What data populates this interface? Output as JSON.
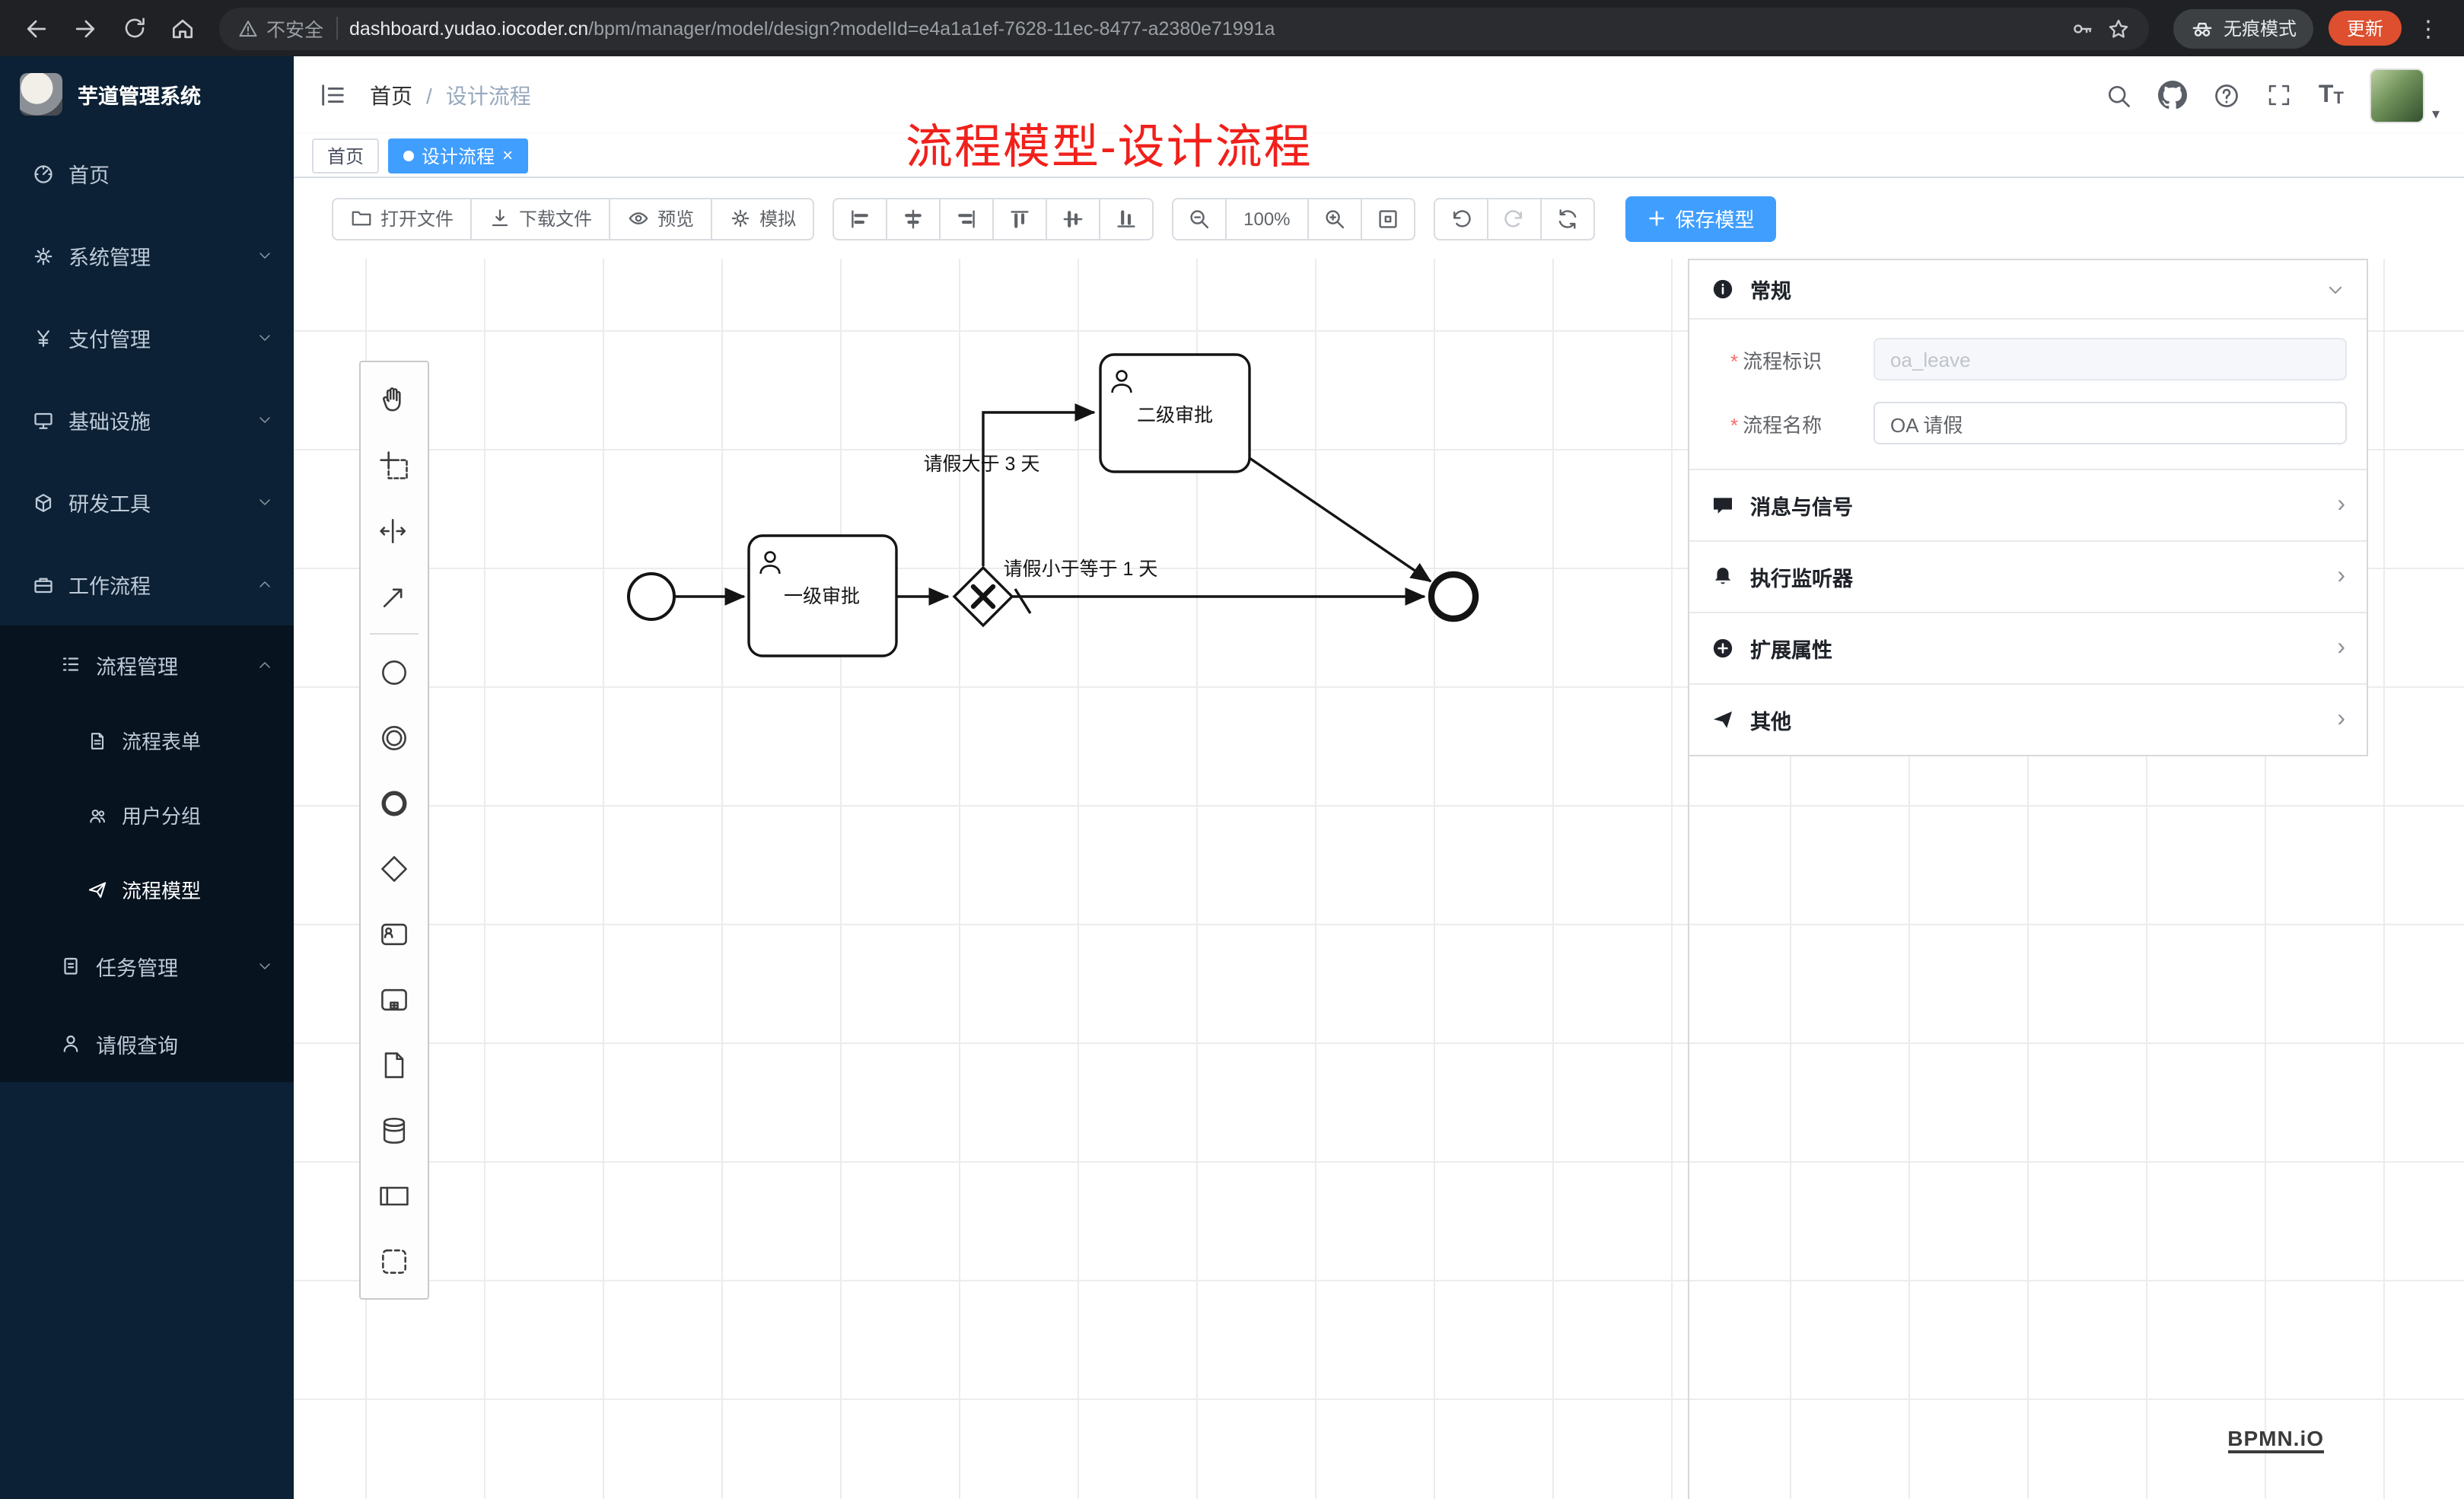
{
  "browser": {
    "security_label": "不安全",
    "url_host": "dashboard.yudao.iocoder.cn",
    "url_path": "/bpm/manager/model/design?modelId=e4a1a1ef-7628-11ec-8477-a2380e71991a",
    "incognito_label": "无痕模式",
    "update_label": "更新"
  },
  "sidebar": {
    "app_title": "芋道管理系统",
    "items": [
      {
        "label": "首页",
        "icon": "dashboard-icon"
      },
      {
        "label": "系统管理",
        "icon": "gear-icon",
        "expand": "collapsed"
      },
      {
        "label": "支付管理",
        "icon": "yen-icon",
        "expand": "collapsed"
      },
      {
        "label": "基础设施",
        "icon": "monitor-icon",
        "expand": "collapsed"
      },
      {
        "label": "研发工具",
        "icon": "cube-icon",
        "expand": "collapsed"
      },
      {
        "label": "工作流程",
        "icon": "briefcase-icon",
        "expand": "expanded"
      },
      {
        "label": "流程管理",
        "icon": "list-icon",
        "expand": "expanded"
      },
      {
        "label": "流程表单",
        "icon": "document-icon"
      },
      {
        "label": "用户分组",
        "icon": "users-icon"
      },
      {
        "label": "流程模型",
        "icon": "paper-plane-icon"
      },
      {
        "label": "任务管理",
        "icon": "clipboard-icon",
        "expand": "collapsed"
      },
      {
        "label": "请假查询",
        "icon": "user-icon"
      }
    ]
  },
  "header": {
    "breadcrumb_home": "首页",
    "breadcrumb_separator": "/",
    "breadcrumb_current": "设计流程",
    "overlay_title": "流程模型-设计流程"
  },
  "tabs": {
    "home_tab": "首页",
    "active_tab": "设计流程"
  },
  "toolbar": {
    "open_file": "打开文件",
    "download_file": "下载文件",
    "preview": "预览",
    "simulate": "模拟",
    "zoom_level": "100%",
    "save_model": "保存模型"
  },
  "diagram": {
    "task_level1": "一级审批",
    "task_level2": "二级审批",
    "flow_label_gt3": "请假大于 3 天",
    "flow_label_le1": "请假小于等于 1 天"
  },
  "properties": {
    "general_title": "常规",
    "required_mark": "*",
    "process_key_label": "流程标识",
    "process_key_value": "oa_leave",
    "process_name_label": "流程名称",
    "process_name_value": "OA 请假",
    "sections": [
      {
        "title": "消息与信号"
      },
      {
        "title": "执行监听器"
      },
      {
        "title": "扩展属性"
      },
      {
        "title": "其他"
      }
    ]
  },
  "watermark": "BPMN.iO",
  "colors": {
    "accent": "#409eff",
    "sidebar_bg": "#0c2135",
    "title_red": "#f1201b",
    "update_button": "#dd4f2e",
    "tab_active": "#409eff"
  },
  "icons": {
    "close_glyph": "×",
    "plus_glyph": "+",
    "caret_glyph": "▾",
    "menu_dots_glyph": "⋮",
    "chevron_right_glyph": "›",
    "text_size_big": "T",
    "text_size_small": "T",
    "named": [
      "back-icon",
      "forward-icon",
      "reload-icon",
      "home-icon",
      "warning-icon",
      "key-icon",
      "star-icon",
      "incognito-icon",
      "menu-fold-icon",
      "search-icon",
      "github-icon",
      "question-icon",
      "fullscreen-icon",
      "font-size-icon",
      "folder-icon",
      "download-icon",
      "eye-icon",
      "gear-icon",
      "align-left-icon",
      "align-center-icon",
      "align-right-icon",
      "align-top-icon",
      "align-middle-icon",
      "align-bottom-icon",
      "zoom-out-icon",
      "zoom-in-icon",
      "zoom-fit-icon",
      "undo-icon",
      "redo-icon",
      "refresh-icon",
      "hand-tool-icon",
      "lasso-tool-icon",
      "space-tool-icon",
      "connect-tool-icon",
      "start-event-icon",
      "intermediate-event-icon",
      "end-event-icon",
      "gateway-icon",
      "task-icon",
      "subprocess-icon",
      "data-object-icon",
      "data-store-icon",
      "participant-icon",
      "group-icon",
      "info-icon",
      "message-icon",
      "bell-icon",
      "plus-circle-icon",
      "send-icon"
    ]
  }
}
